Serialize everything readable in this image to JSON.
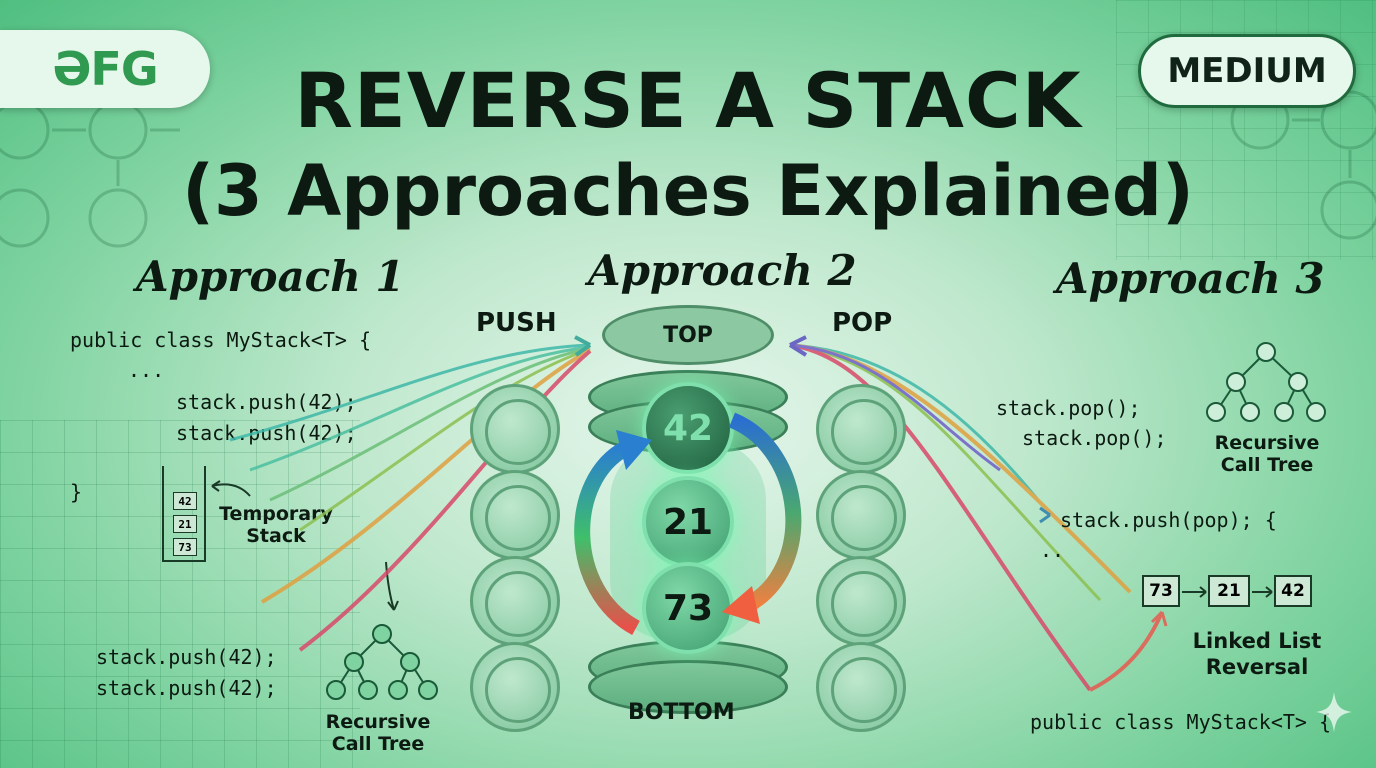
{
  "logo": {
    "text": "ƏFG"
  },
  "difficulty": "MEDIUM",
  "title": {
    "line1": "REVERSE A STACK",
    "line2": "(3 Approaches Explained)"
  },
  "approaches": {
    "a1": "Approach 1",
    "a2": "Approach 2",
    "a3": "Approach 3"
  },
  "left_code": {
    "line1": "public class MyStack<T> {",
    "line2": "...",
    "line3": "stack.push(42);",
    "line4": "stack.push(42);",
    "line5": "}",
    "line6": "stack.push(42);",
    "line7": "stack.push(42);"
  },
  "temporary_stack": {
    "label_line1": "Temporary",
    "label_line2": "Stack",
    "cells": [
      "42",
      "21",
      "73"
    ]
  },
  "left_tree_label": {
    "line1": "Recursive",
    "line2": "Call Tree"
  },
  "center": {
    "push": "PUSH",
    "pop": "POP",
    "top": "TOP",
    "bottom": "BOTTOM",
    "balls": [
      "42",
      "21",
      "73"
    ]
  },
  "right_code": {
    "line1": "stack.pop();",
    "line2": "stack.pop();",
    "line3": "stack.push(pop); {",
    "line4": "..",
    "line5": "public class MyStack<T> {"
  },
  "right_tree_label": {
    "line1": "Recursive",
    "line2": "Call Tree"
  },
  "linked_list": {
    "nodes": [
      "73",
      "21",
      "42"
    ],
    "label_line1": "Linked List",
    "label_line2": "Reversal"
  },
  "colors": {
    "background": "#7fd3a0",
    "logo_green": "#2f9a50",
    "ball_text": "#7fe0ad"
  },
  "icons": [
    "tree-icon",
    "arrow-icon",
    "sparkle-icon"
  ]
}
